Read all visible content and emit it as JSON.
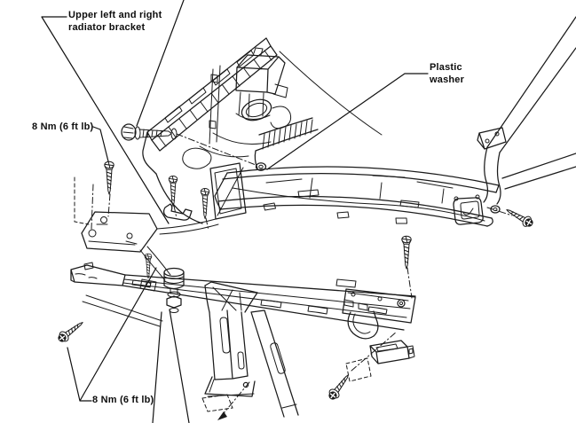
{
  "figure": {
    "type": "exploded-parts-diagram",
    "subject": "Radiator support, brackets and lower tie bar assembly",
    "background_color": "#ffffff",
    "line_color": "#1b1b1b",
    "text_color": "#0d0d0d"
  },
  "callouts": {
    "upper_bracket": {
      "line1": "Upper left and right",
      "line2": "radiator bracket"
    },
    "torque_top": {
      "text": "8 Nm (6 ft lb)"
    },
    "plastic_washer": {
      "line1": "Plastic",
      "line2": "washer"
    },
    "torque_bottom": {
      "text": "8 Nm (6 ft lb)"
    }
  },
  "torque_spec": "8 Nm (6 ft lb)",
  "parts": [
    {
      "id": "upper-radiator-support-panel",
      "name": "Upper radiator support panel"
    },
    {
      "id": "reservoir-bracket-box",
      "name": "Bracket box on support panel"
    },
    {
      "id": "radiator-bracket-clamp",
      "name": "Upper radiator bracket (clamp)"
    },
    {
      "id": "grille-upper-panel",
      "name": "Front grille upper panel"
    },
    {
      "id": "fender-apron-rail",
      "name": "Right fender apron rail"
    },
    {
      "id": "corner-bracket",
      "name": "Small corner bracket"
    },
    {
      "id": "grille-end-plate",
      "name": "Grille panel end plate"
    },
    {
      "id": "plastic-washer",
      "name": "Plastic washer"
    },
    {
      "id": "lower-tie-bar",
      "name": "Lower radiator crossmember (tie bar)"
    },
    {
      "id": "center-stay",
      "name": "Center stay with foot"
    },
    {
      "id": "rear-stay",
      "name": "Rear diagonal stay"
    },
    {
      "id": "rubber-mount",
      "name": "Rubber mount bushing"
    },
    {
      "id": "hook-bracket",
      "name": "Hook bracket"
    },
    {
      "id": "slide-bracket",
      "name": "Lower slide bracket"
    },
    {
      "id": "mounting-screws",
      "name": "Mounting screws (9)"
    }
  ]
}
